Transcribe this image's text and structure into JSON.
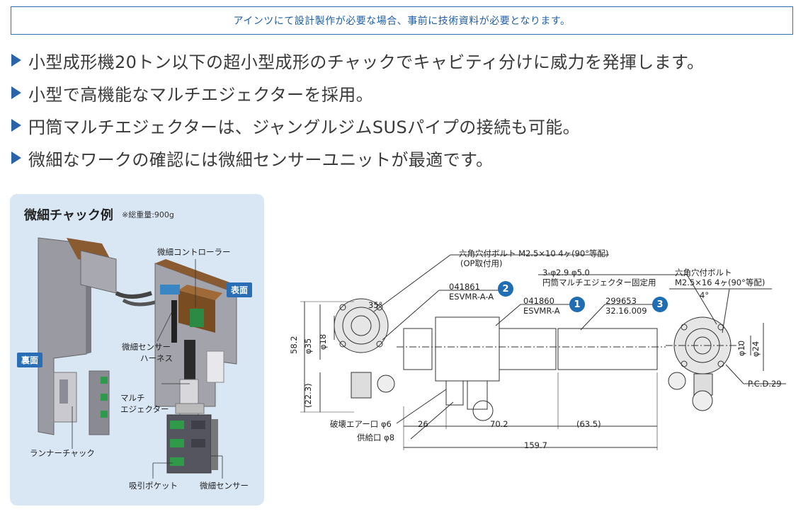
{
  "notice": "アインツにて設計製作が必要な場合、事前に技術資料が必要となります。",
  "bullets": [
    "小型成形機20トン以下の超小型成形のチャックでキャビティ分けに威力を発揮します。",
    "小型で高機能なマルチエジェクターを採用。",
    "円筒マルチエジェクターは、ジャングルジムSUSパイプの接続も可能。",
    "微細なワークの確認には微細センサーユニットが最適です。"
  ],
  "panel": {
    "title": "微細チャック例",
    "subtitle": "※総重量:900g",
    "tags": {
      "front": "表面",
      "back": "裏面"
    },
    "labels": {
      "controller": "微細コントローラー",
      "harness_1": "微細センサー",
      "harness_2": "ハーネス",
      "ejector_1": "マルチ",
      "ejector_2": "エジェクター",
      "runner": "ランナーチャック",
      "pocket": "吸引ポケット",
      "sensor": "微細センサー"
    }
  },
  "drawing": {
    "bolt_top_1": "六角穴付ボルト M2.5×10 4ヶ(90°等配)",
    "bolt_top_2": "(OP取付用)",
    "holes_1": "3-φ2.9 φ5.0",
    "holes_2": "円筒マルチエジェクター固定用",
    "bolt_right_1": "六角穴付ボルト",
    "bolt_right_2": "M2.5×16 4ヶ(90°等配)",
    "part2_code": "041861",
    "part2_name": "ESVMR-A-A",
    "part1_code": "041860",
    "part1_name": "ESVMR-A",
    "part3_code": "299653",
    "part3_name": "32.16.009",
    "badge1": "1",
    "badge2": "2",
    "badge3": "3",
    "angle35": "35°",
    "angle4": "4°",
    "dim_58": "58.2",
    "dim_35": "φ35",
    "dim_18": "φ18",
    "dim_22": "(22.3)",
    "dim_10": "φ10",
    "dim_24": "φ24",
    "pcd": "P.C.D.29",
    "air_break": "破壊エアー口 φ6",
    "supply": "供給口 φ8",
    "dim_26": "26",
    "dim_70": "70.2",
    "dim_63": "(63.5)",
    "dim_159": "159.7"
  }
}
